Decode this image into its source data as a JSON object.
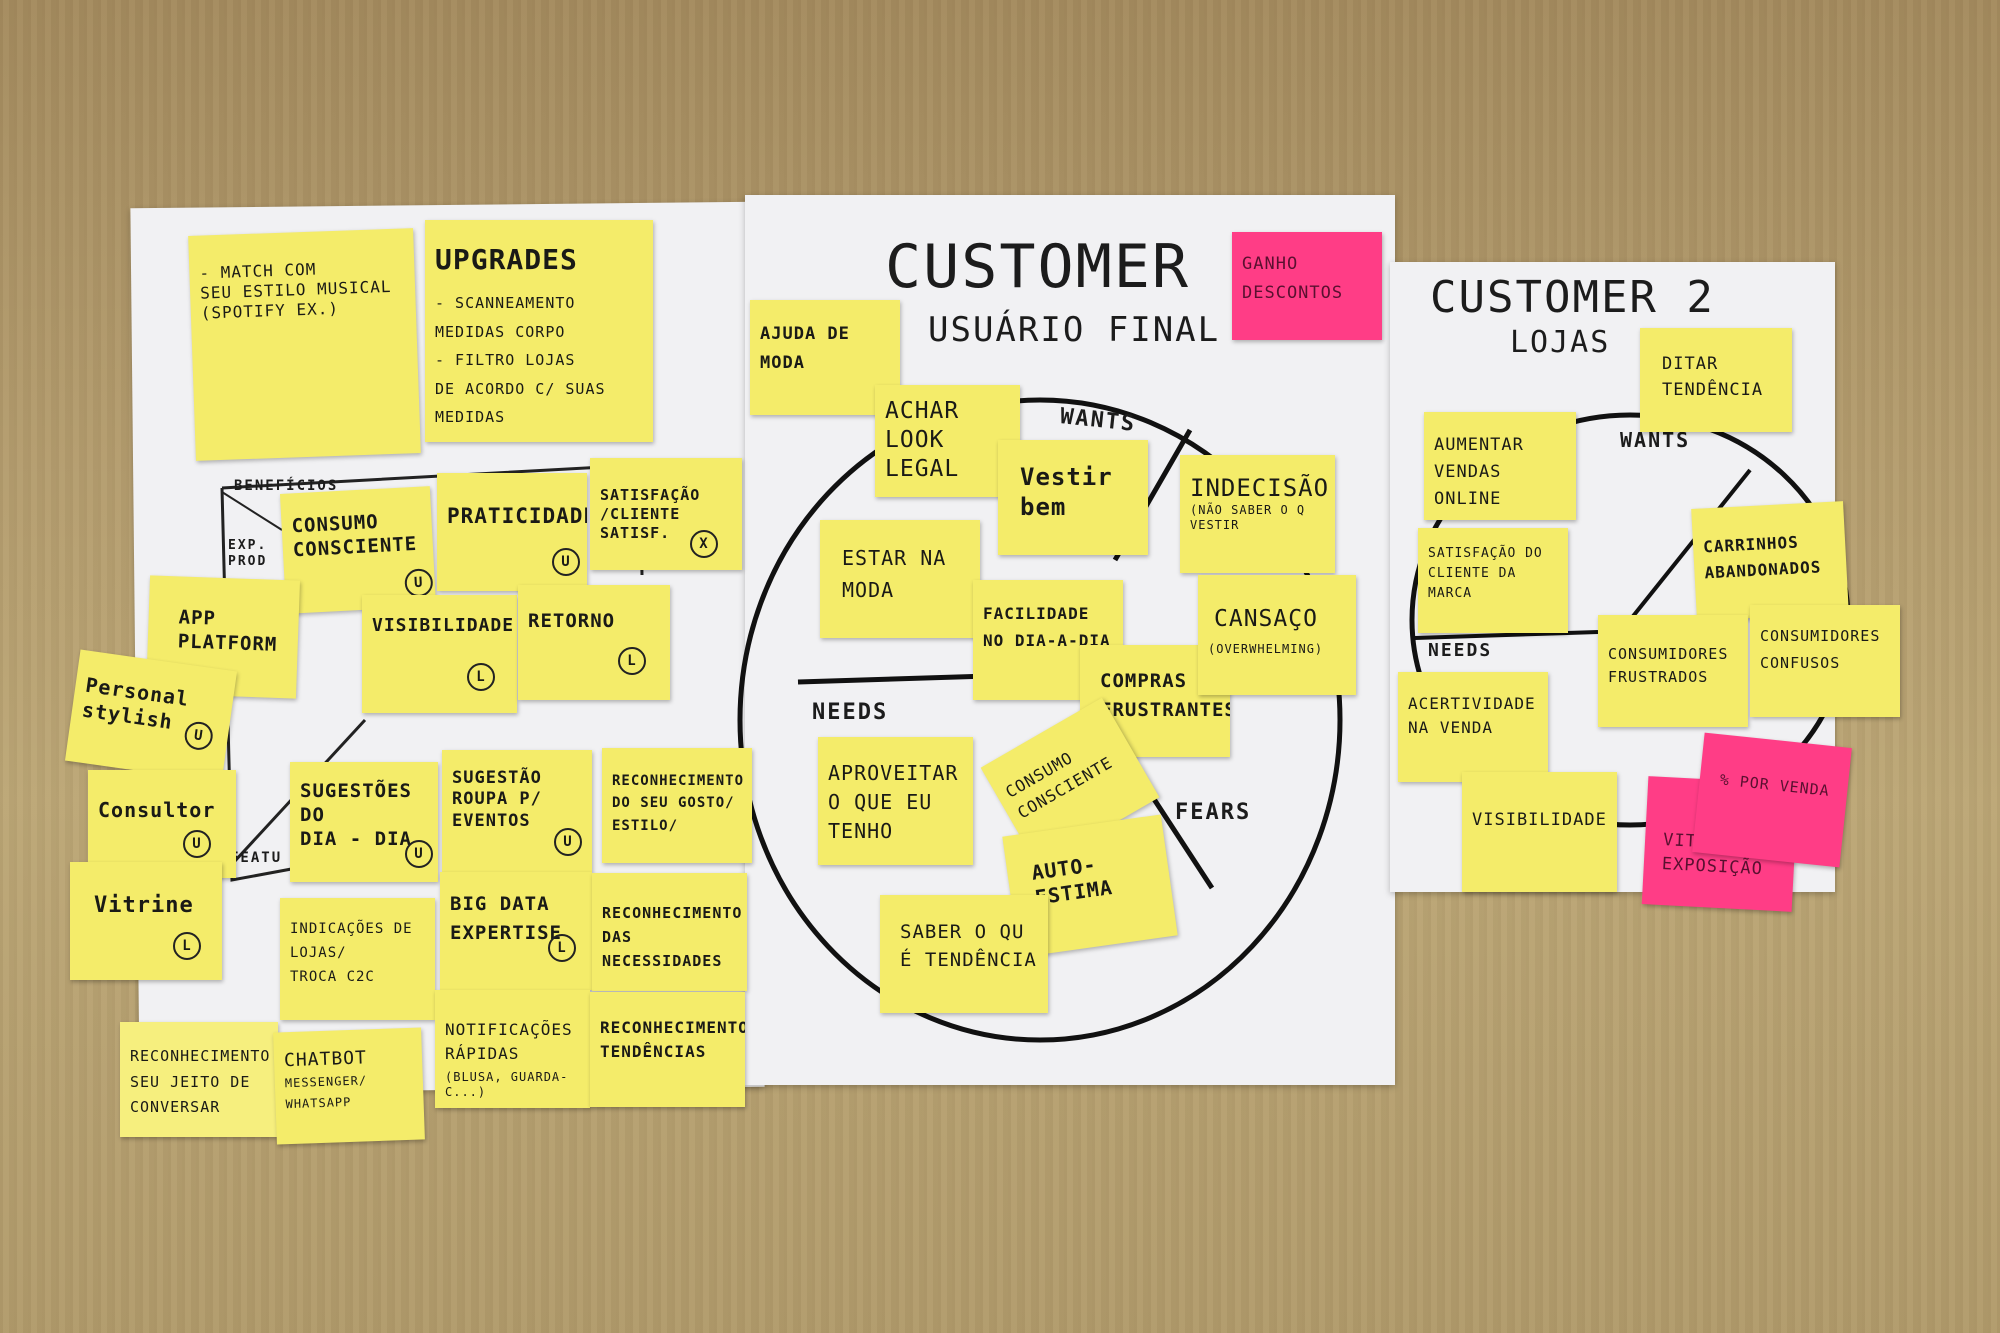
{
  "board": {
    "customer1": {
      "title": "CUSTOMER 1",
      "subtitle": "USUÁRIO FINAL",
      "wants": "WANTS",
      "needs": "NEEDS",
      "fears": "FEARS"
    },
    "customer2": {
      "title": "CUSTOMER 2",
      "subtitle": "LOJAS",
      "wants": "WANTS",
      "needs": "NEEDS"
    },
    "canvas": {
      "beneficios": "BENEFÍCIOS",
      "exp_prod": "EXP. PROD",
      "features": "FEATU"
    }
  },
  "badges": {
    "u": "U",
    "l": "L",
    "x": "X"
  },
  "notes": {
    "match": "- MATCH COM\nSEU ESTILO MUSICAL\n(SPOTIFY EX.)",
    "upgrades_title": "UPGRADES",
    "upgrades_body": "- SCANNEAMENTO\n  MEDIDAS CORPO\n- FILTRO LOJAS\nDE ACORDO C/ SUAS MEDIDAS",
    "ganho_descontos": "GANHO\nDESCONTOS",
    "ajuda_de_moda": "AJUDA DE\nMODA",
    "consumo_consciente": "CONSUMO\nCONSCIENTE",
    "praticidade": "PRATICIDADE",
    "satisfacao": "SATISFAÇÃO\n/CLIENTE SATISF.",
    "app_platform": "APP\nPLATFORM",
    "visibilidade": "VISIBILIDADE",
    "retorno": "RETORNO",
    "personal_stylish": "Personal\nstylish",
    "consultor": "Consultor",
    "vitrine": "Vitrine",
    "sugestoes_dia": "SUGESTÕES\nDO\nDIA - DIA",
    "sugestao_roupa": "SUGESTÃO\nROUPA P/\nEVENTOS",
    "reconhecimento_gosto": "RECONHECIMENTO\nDO SEU GOSTO/\nESTILO/",
    "indicacoes_lojas": "INDICAÇÕES DE\nLOJAS/\nTROCA C2C",
    "big_data": "BIG DATA\nEXPERTISE",
    "reconhecimento_necessidades": "RECONHECIMENTO\nDAS\nNECESSIDADES",
    "reconhecimento_jeito": "RECONHECIMENTO\nSEU JEITO DE\nCONVERSAR",
    "chatbot": "CHATBOT",
    "chatbot_sub": "MESSENGER/\nWHATSAPP",
    "notificacoes": "NOTIFICAÇÕES\nRÁPIDAS",
    "notificacoes_sub": "(BLUSA, GUARDA-C...)",
    "reconhecimento_tendencias": "RECONHECIMENTO\nTENDÊNCIAS",
    "achar_look": "ACHAR\nLOOK\n  LEGAL",
    "vestir_bem": "Vestir\n bem",
    "indecisao": "INDECISÃO",
    "indecisao_sub": "(NÃO SABER O Q\nVESTIR",
    "estar_na_moda": "ESTAR NA\n  MODA",
    "facilidade": "FACILIDADE\nNO DIA-A-DIA",
    "compras": "COMPRAS\nFRUSTRANTES",
    "cansaco": "CANSAÇO",
    "cansaco_sub": "(OVERWHELMING)",
    "aproveitar": "APROVEITAR\nO QUE EU\nTENHO",
    "consumo_consciente_2": "CONSUMO\nCONSCIENTE",
    "auto_estima": "AUTO-ESTIMA",
    "saber_tendencia": "SABER O QU\nÉ TENDÊNCIA",
    "ditar_tendencia": "DITAR\nTENDÊNCIA",
    "aumentar_vendas": "AUMENTAR\nVENDAS ONLINE",
    "satisfacao_marca": "SATISFAÇÃO DO\nCLIENTE DA\nMARCA",
    "carrinhos": "CARRINHOS\nABANDONADOS",
    "frustrados": "CONSUMIDORES\nFRUSTRADOS",
    "confusos": "CONSUMIDORES\nCONFUSOS",
    "acertividade": "ACERTIVIDADE\nNA VENDA",
    "visibilidade_2": "VISIBILIDADE",
    "vitrine_exposicao": "VITRINE/\nEXPOSIÇÃO",
    "por_venda": "%  POR VENDA"
  }
}
